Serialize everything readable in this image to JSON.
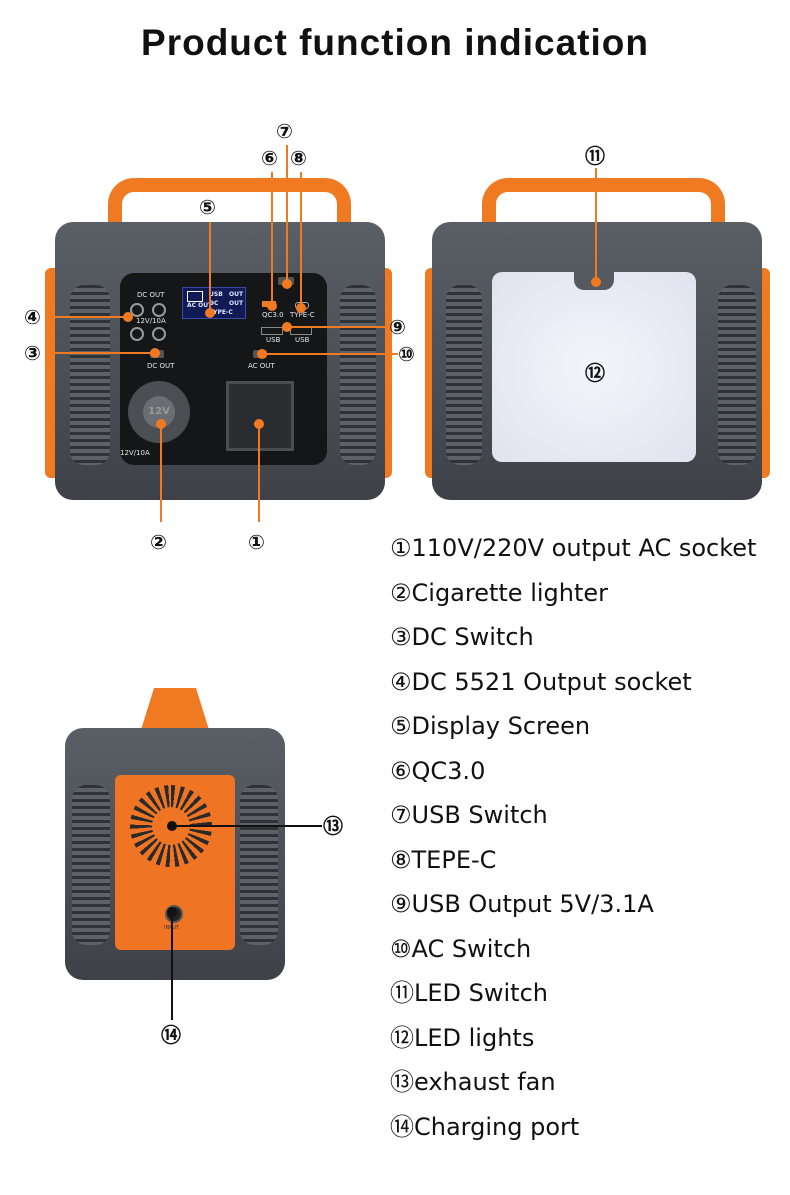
{
  "title": "Product function indication",
  "panel_labels": {
    "dc_out_top": "DC OUT",
    "dc_rating": "12V/10A",
    "lcd_usb": "USB",
    "lcd_out1": "OUT",
    "lcd_ac_out": "AC OUT",
    "lcd_dc": "DC",
    "lcd_out2": "OUT",
    "lcd_type_c": "TYPE-C",
    "qc": "QC3.0",
    "type_c": "TYPE-C",
    "usb1": "USB",
    "usb2": "USB",
    "dc_out_switch": "DC OUT",
    "ac_out_switch": "AC OUT",
    "lighter_rating": "12V/10A",
    "lighter_cap": "12V",
    "input": "INPUT"
  },
  "markers": [
    "①",
    "②",
    "③",
    "④",
    "⑤",
    "⑥",
    "⑦",
    "⑧",
    "⑨",
    "⑩",
    "⑪",
    "⑫",
    "⑬",
    "⑭"
  ],
  "legend": [
    "①110V/220V output AC socket",
    "②Cigarette lighter",
    "③DC Switch",
    "④DC 5521 Output socket",
    "⑤Display Screen",
    "⑥QC3.0",
    "⑦USB Switch",
    "⑧TEPE-C",
    "⑨USB Output 5V/3.1A",
    "⑩AC Switch",
    "⑪LED Switch",
    "⑫LED lights",
    "⑬exhaust fan",
    "⑭Charging port"
  ],
  "colors": {
    "accent": "#f07a22",
    "body": "#4a4e55"
  }
}
